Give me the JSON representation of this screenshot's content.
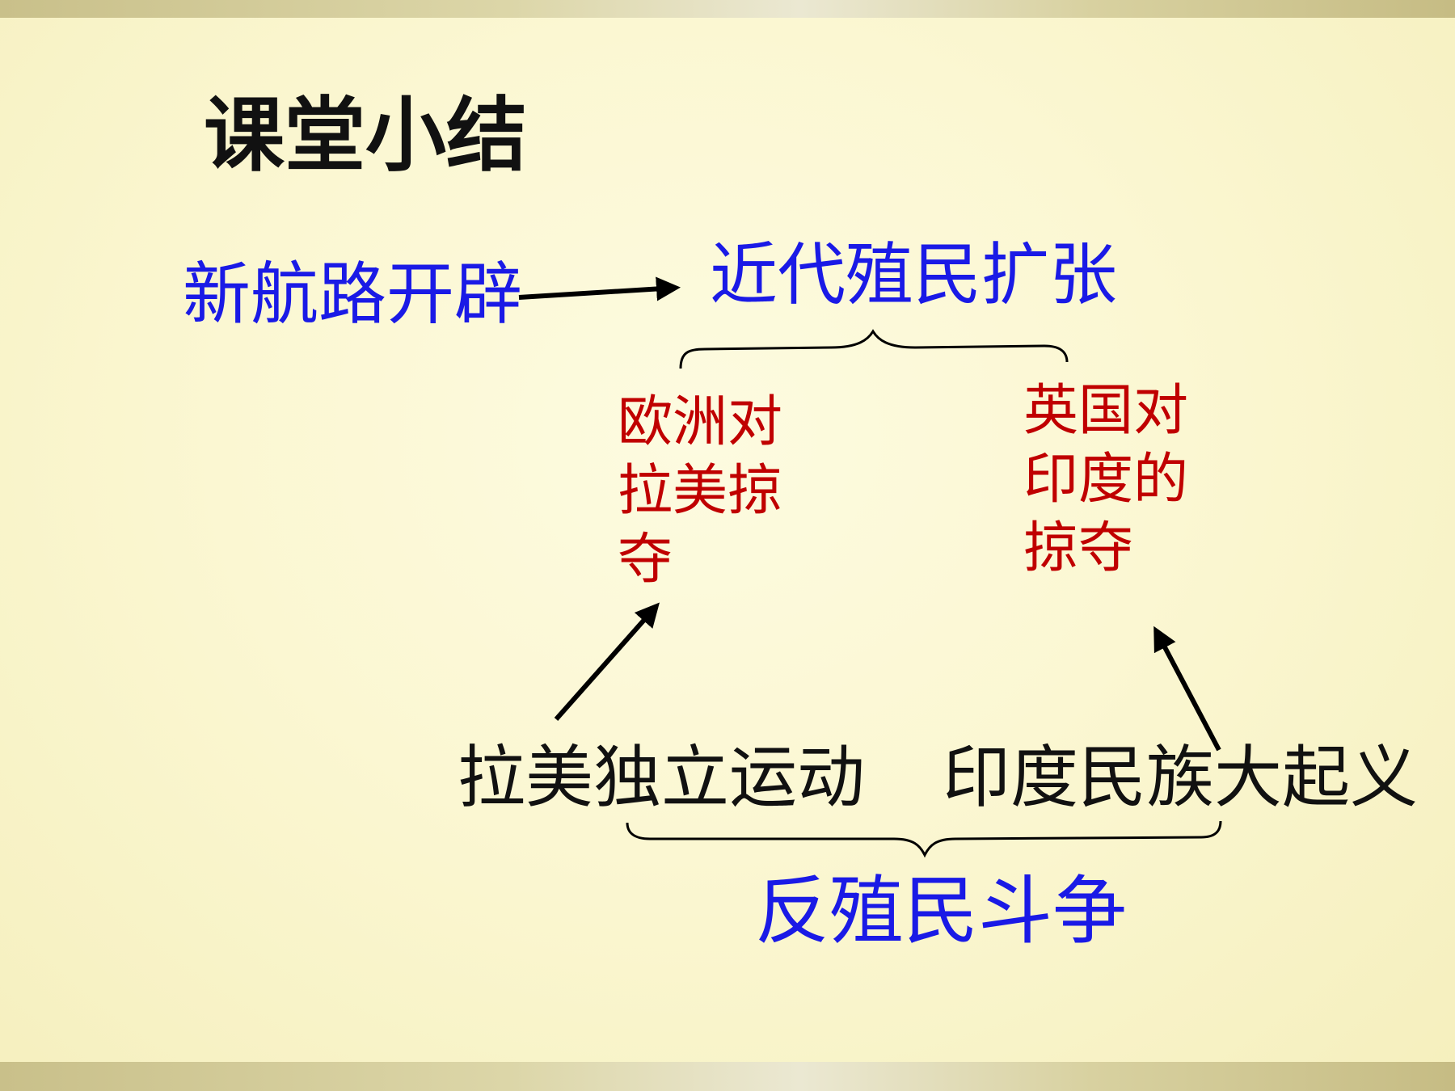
{
  "slide": {
    "title": "课堂小结",
    "source_label": "新航路开辟",
    "center_label": "近代殖民扩张",
    "left_branch": [
      "欧洲对",
      "拉美掠",
      "夺"
    ],
    "right_branch": [
      "英国对",
      "印度的",
      "掠夺"
    ],
    "left_movement": "拉美独立运动",
    "right_movement": "印度民族大起义",
    "bottom_label": "反殖民斗争"
  },
  "colors": {
    "title": "#111111",
    "blue_text": "#1a1ae6",
    "red_text": "#c00000",
    "black_text": "#111111",
    "background": "#fbf7d2"
  }
}
